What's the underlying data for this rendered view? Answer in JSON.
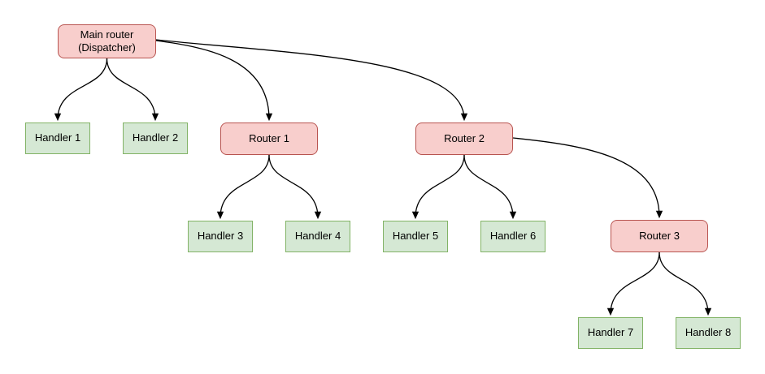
{
  "diagram": {
    "nodes": [
      {
        "id": "main-router",
        "label": "Main router\n(Dispatcher)",
        "type": "router"
      },
      {
        "id": "handler-1",
        "label": "Handler 1",
        "type": "handler"
      },
      {
        "id": "handler-2",
        "label": "Handler 2",
        "type": "handler"
      },
      {
        "id": "router-1",
        "label": "Router 1",
        "type": "router"
      },
      {
        "id": "handler-3",
        "label": "Handler 3",
        "type": "handler"
      },
      {
        "id": "handler-4",
        "label": "Handler 4",
        "type": "handler"
      },
      {
        "id": "router-2",
        "label": "Router 2",
        "type": "router"
      },
      {
        "id": "handler-5",
        "label": "Handler 5",
        "type": "handler"
      },
      {
        "id": "handler-6",
        "label": "Handler 6",
        "type": "handler"
      },
      {
        "id": "router-3",
        "label": "Router 3",
        "type": "router"
      },
      {
        "id": "handler-7",
        "label": "Handler 7",
        "type": "handler"
      },
      {
        "id": "handler-8",
        "label": "Handler 8",
        "type": "handler"
      }
    ],
    "edges": [
      {
        "from": "main-router",
        "to": "handler-1"
      },
      {
        "from": "main-router",
        "to": "handler-2"
      },
      {
        "from": "main-router",
        "to": "router-1"
      },
      {
        "from": "main-router",
        "to": "router-2"
      },
      {
        "from": "router-1",
        "to": "handler-3"
      },
      {
        "from": "router-1",
        "to": "handler-4"
      },
      {
        "from": "router-2",
        "to": "handler-5"
      },
      {
        "from": "router-2",
        "to": "handler-6"
      },
      {
        "from": "router-2",
        "to": "router-3"
      },
      {
        "from": "router-3",
        "to": "handler-7"
      },
      {
        "from": "router-3",
        "to": "handler-8"
      }
    ],
    "colors": {
      "router_fill": "#f8cecc",
      "router_border": "#b85450",
      "handler_fill": "#d5e8d4",
      "handler_border": "#82b366",
      "edge_stroke": "#000000",
      "background": "#ffffff"
    }
  }
}
